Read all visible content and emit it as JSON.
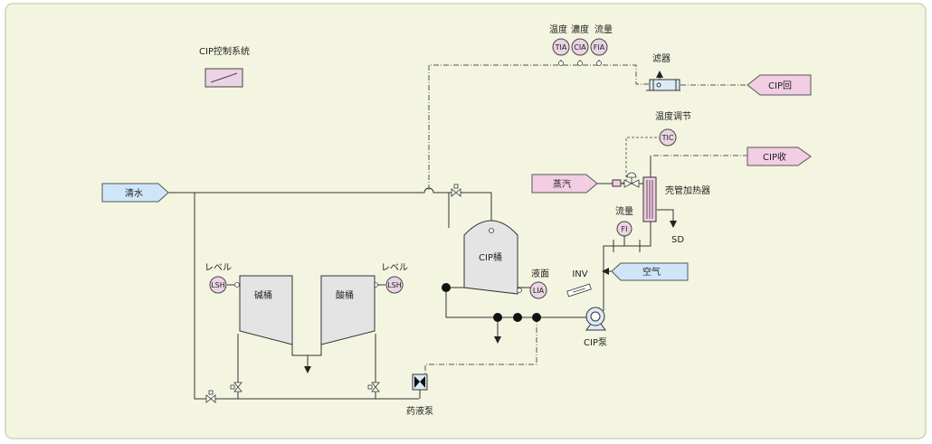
{
  "cip_control_label": "CIP控制系统",
  "instrument_group_labels": [
    "温度",
    "濃度",
    "流量"
  ],
  "instruments": {
    "tia": "TIA",
    "cia": "CIA",
    "fia": "FIA",
    "tic": "TIC",
    "fi": "FI",
    "lia": "LIA",
    "lsh_left": "LSH",
    "lsh_right": "LSH"
  },
  "filter_label": "滤器",
  "temp_control_label": "温度调节",
  "tags": {
    "cip_return": "CIP回",
    "cip_recover": "CIP收",
    "clean_water": "清水",
    "steam": "蒸汽",
    "air": "空气"
  },
  "heater_label": "壳管加热器",
  "sd_label": "SD",
  "flow_label": "流量",
  "cip_tank_label": "CIP桶",
  "level_label": "液面",
  "inv_label": "INV",
  "cip_pump_label": "CIP泵",
  "level_word_left": "レベル",
  "level_word_right": "レベル",
  "alkali_tank_label": "碱桶",
  "acid_tank_label": "酸桶",
  "dosing_pump_label": "药液泵",
  "colors": {
    "background": "#f4f5e0",
    "border": "#cfd3b7",
    "tag_pink": "#f3cde4",
    "tag_blue": "#cfe6f8",
    "instrument_fill": "#ead3e4",
    "tank_fill": "#e4e4e4",
    "pump_fill": "#dceaf6"
  }
}
